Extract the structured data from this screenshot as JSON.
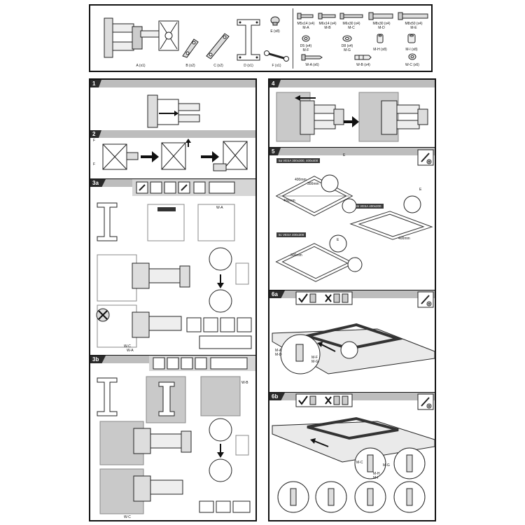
{
  "parts": {
    "main": [
      {
        "id": "A",
        "label": "A (x1)"
      },
      {
        "id": "B",
        "label": "B (x2)"
      },
      {
        "id": "C",
        "label": "C (x2)"
      },
      {
        "id": "D",
        "label": "D (x1)"
      },
      {
        "id": "E",
        "label": "E (x8)"
      },
      {
        "id": "F",
        "label": "F (x1)"
      }
    ],
    "screws": [
      {
        "size": "M5x14 (x4)",
        "id": "M-A"
      },
      {
        "size": "M6x14 (x4)",
        "id": "M-B"
      },
      {
        "size": "M6x30 (x4)",
        "id": "M-C"
      },
      {
        "size": "M8x30 (x4)",
        "id": "M-D"
      },
      {
        "size": "M8x50 (x4)",
        "id": "M-E"
      }
    ],
    "washers": [
      {
        "size": "D5 (x4)",
        "id": "M-F"
      },
      {
        "size": "D8 (x4)",
        "id": "M-G"
      },
      {
        "size": "",
        "id": "M-H (x8)"
      },
      {
        "size": "",
        "id": "M-I (x8)"
      }
    ],
    "wall": [
      {
        "label": "W-A (x6)"
      },
      {
        "label": "W-B (x4)"
      },
      {
        "label": "W-C (x6)"
      }
    ]
  },
  "steps": {
    "s1": "1",
    "s2": "2",
    "s3a": "3a",
    "s3b": "3b",
    "s4": "4",
    "s5": "5",
    "s6a": "6a",
    "s6b": "6b"
  },
  "labels": {
    "wa": "W-A",
    "wb": "W-B",
    "wc": "W-C",
    "wc2": "W-C",
    "wa2": "W-A",
    "f": "F",
    "f2": "F",
    "e": "E",
    "e2": "E",
    "e3": "E",
    "vesa1": "5a VESA 300x300, 400x400",
    "vesa2": "5b VESA 400x200",
    "vesa3": "5c VESA 400x300",
    "d1": "400mm",
    "d2": "300mm",
    "d3": "400mm",
    "d4": "400mm",
    "d5": "300mm",
    "ma": "M-A",
    "md": "M-D",
    "mf": "M-F",
    "mg": "M-G",
    "mc": "M-C",
    "mg2": "M-G",
    "mh": "M-H",
    "mi": "M-I"
  },
  "colors": {
    "frame": "#111111",
    "bar": "#bdbdbd",
    "wall": "#c9c9c9",
    "tag": "#3a3a3a"
  }
}
